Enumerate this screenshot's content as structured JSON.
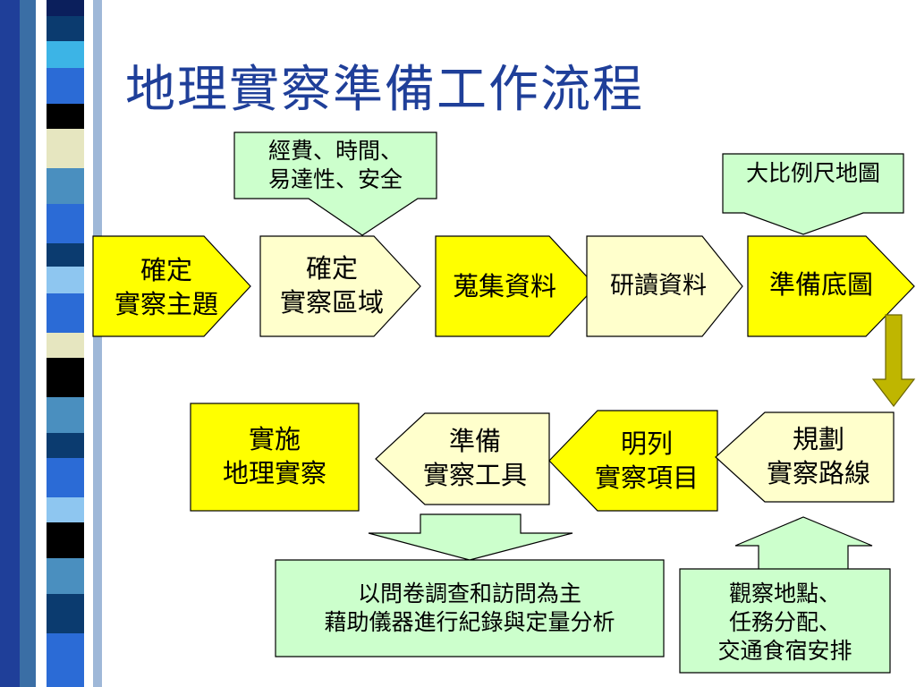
{
  "title": "地理實察準備工作流程",
  "colors": {
    "title": "#1f3f99",
    "yellow": "#ffff00",
    "pale_yellow": "#ffffcc",
    "green": "#ccffcc",
    "olive": "#bfb600"
  },
  "inputs": {
    "top_left": "經費、時間、\n易達性、安全",
    "top_right": "大比例尺地圖",
    "bottom_left": "以問卷調查和訪問為主\n藉助儀器進行紀錄與定量分析",
    "bottom_right": "觀察地點、\n任務分配、\n交通食宿安排"
  },
  "row1": [
    {
      "label": "確定\n實察主題"
    },
    {
      "label": "確定\n實察區域"
    },
    {
      "label": "蒐集資料"
    },
    {
      "label": "研讀資料"
    },
    {
      "label": "準備底圖"
    }
  ],
  "row2": [
    {
      "label": "實施\n地理實察"
    },
    {
      "label": "準備\n實察工具"
    },
    {
      "label": "明列\n實察項目"
    },
    {
      "label": "規劃\n實察路線"
    }
  ]
}
